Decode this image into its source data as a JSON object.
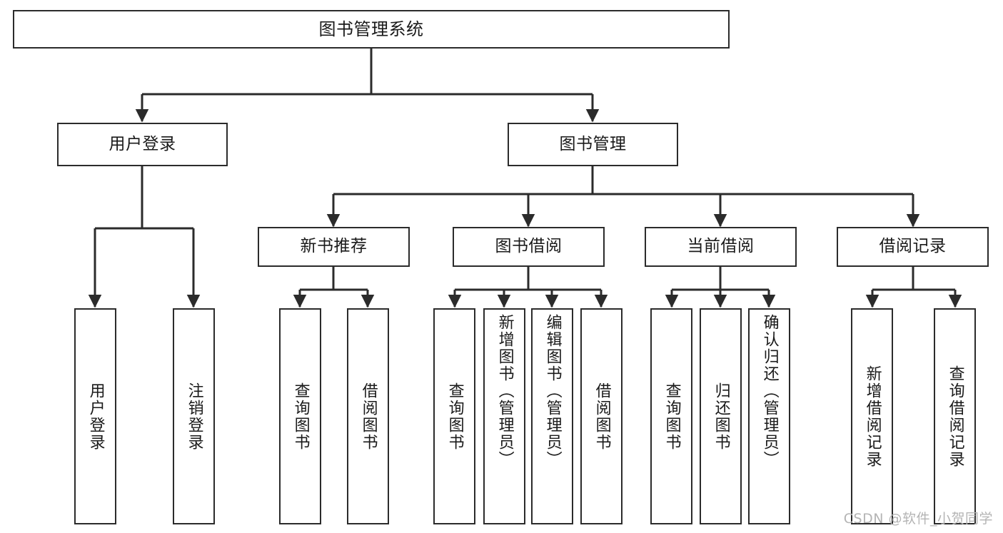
{
  "diagram": {
    "title": "图书管理系统",
    "type": "tree-hierarchy-chart",
    "colors": {
      "background": "#ffffff",
      "box_border": "#2b2b2b",
      "box_fill": "#ffffff",
      "connector": "#2b2b2b",
      "text": "#1a1a1a",
      "watermark": "#b4b4b4"
    },
    "root": {
      "label": "图书管理系统"
    },
    "level1": [
      {
        "label": "用户登录"
      },
      {
        "label": "图书管理"
      }
    ],
    "level2": [
      {
        "label": "新书推荐"
      },
      {
        "label": "图书借阅"
      },
      {
        "label": "当前借阅"
      },
      {
        "label": "借阅记录"
      }
    ],
    "leaves": {
      "user_login": [
        {
          "label": "用户登录"
        },
        {
          "label": "注销登录"
        }
      ],
      "new_book_recommend": [
        {
          "label": "查询图书"
        },
        {
          "label": "借阅图书"
        }
      ],
      "book_borrow": [
        {
          "label": "查询图书"
        },
        {
          "label": "新增图书（管理员）"
        },
        {
          "label": "编辑图书（管理员）"
        },
        {
          "label": "借阅图书"
        }
      ],
      "current_borrow": [
        {
          "label": "查询图书"
        },
        {
          "label": "归还图书"
        },
        {
          "label": "确认归还（管理员）"
        }
      ],
      "borrow_records": [
        {
          "label": "新增借阅记录"
        },
        {
          "label": "查询借阅记录"
        }
      ]
    }
  },
  "watermark": {
    "text": "CSDN @软件_小贺同学"
  }
}
